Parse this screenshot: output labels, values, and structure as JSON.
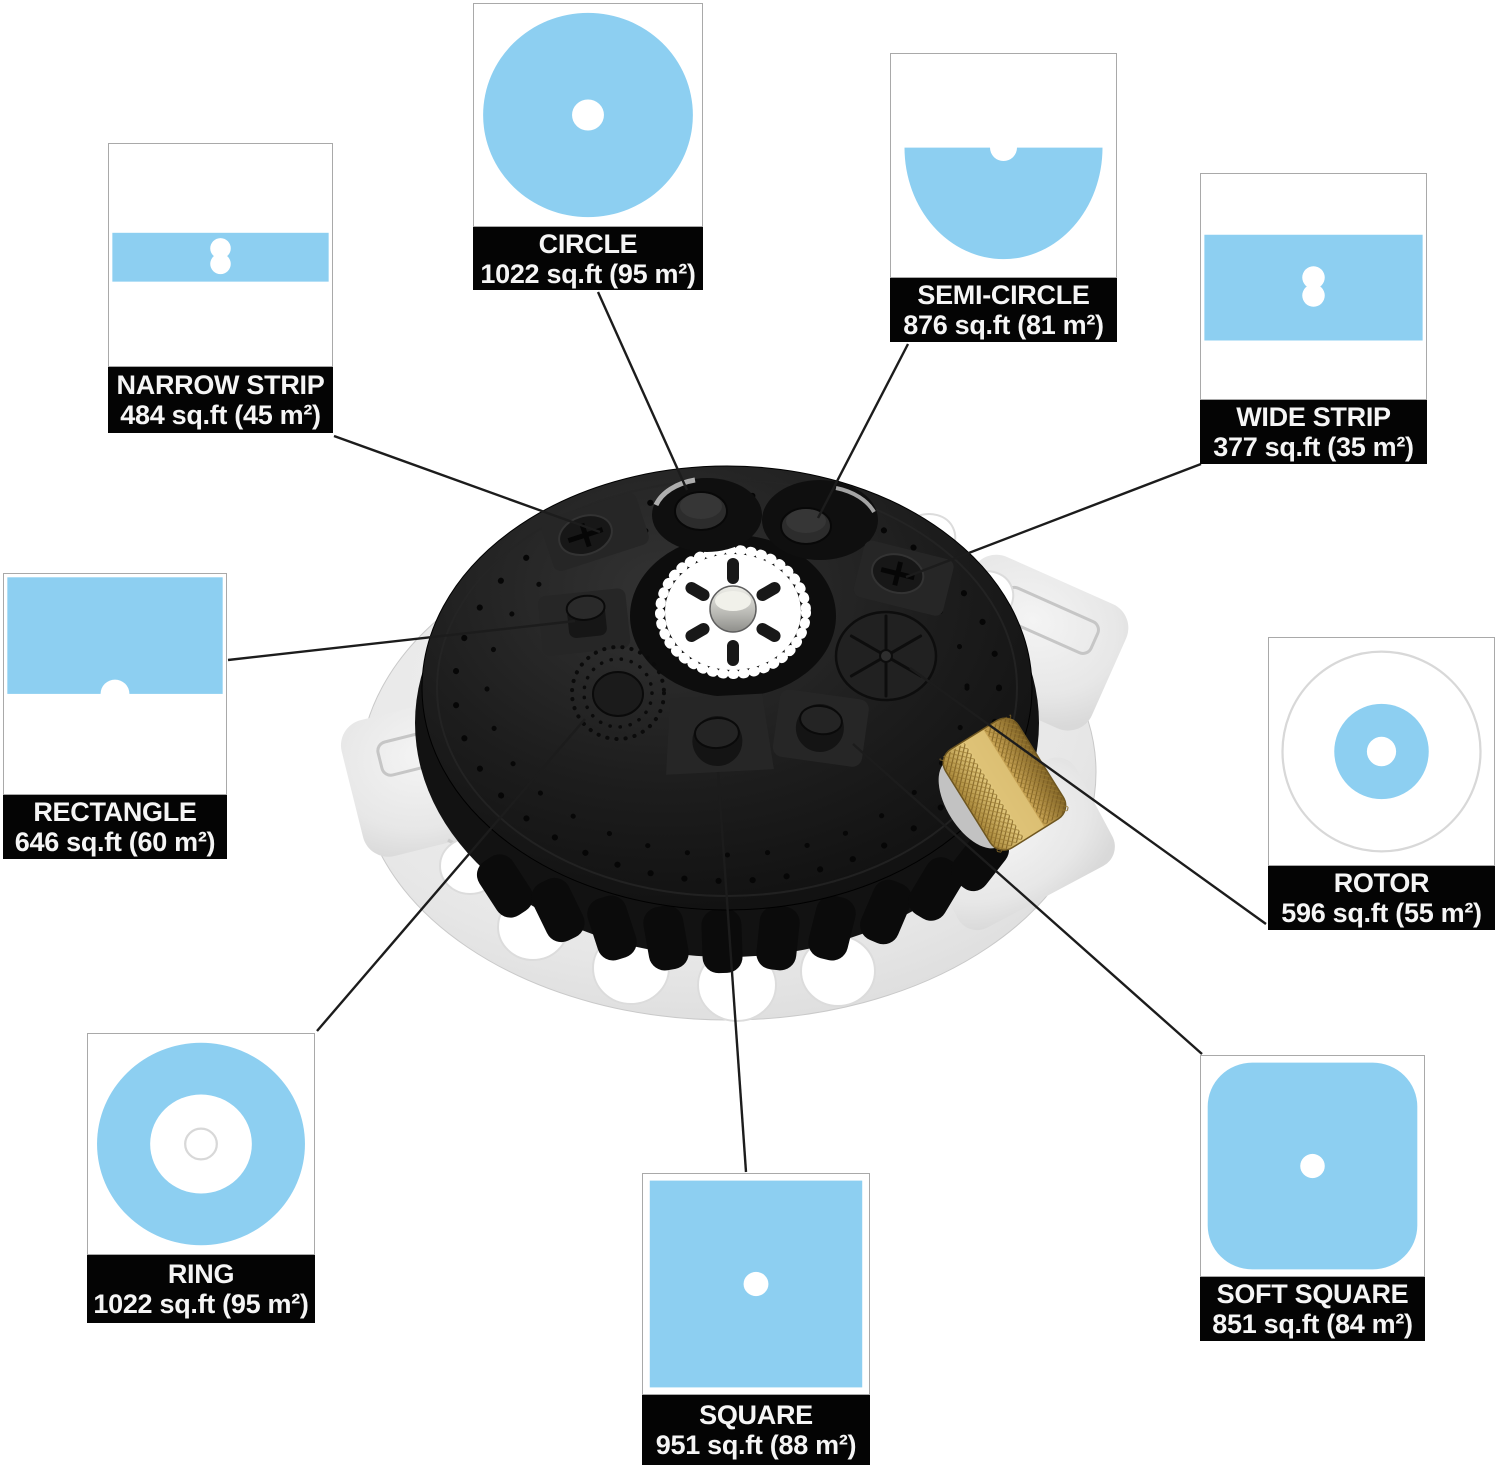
{
  "colors": {
    "spray_blue": "#8DCFF1",
    "label_bg": "#040404",
    "label_text": "#F5F5F5",
    "line_color": "#1C1C1C",
    "faint_outline": "#D8D8D8"
  },
  "callouts": [
    {
      "id": "narrow-strip",
      "label": "NARROW STRIP",
      "area": "484 sq.ft (45 m²)"
    },
    {
      "id": "circle",
      "label": "CIRCLE",
      "area": "1022 sq.ft (95 m²)"
    },
    {
      "id": "semi-circle",
      "label": "SEMI-CIRCLE",
      "area": "876 sq.ft (81 m²)"
    },
    {
      "id": "wide-strip",
      "label": "WIDE STRIP",
      "area": "377 sq.ft (35 m²)"
    },
    {
      "id": "rectangle",
      "label": "RECTANGLE",
      "area": "646 sq.ft (60 m²)"
    },
    {
      "id": "rotor",
      "label": "ROTOR",
      "area": "596 sq.ft (55 m²)"
    },
    {
      "id": "ring",
      "label": "RING",
      "area": "1022 sq.ft (95 m²)"
    },
    {
      "id": "square",
      "label": "SQUARE",
      "area": "951 sq.ft (88 m²)"
    },
    {
      "id": "soft-square",
      "label": "SOFT SQUARE",
      "area": "851 sq.ft (84 m²)"
    }
  ]
}
